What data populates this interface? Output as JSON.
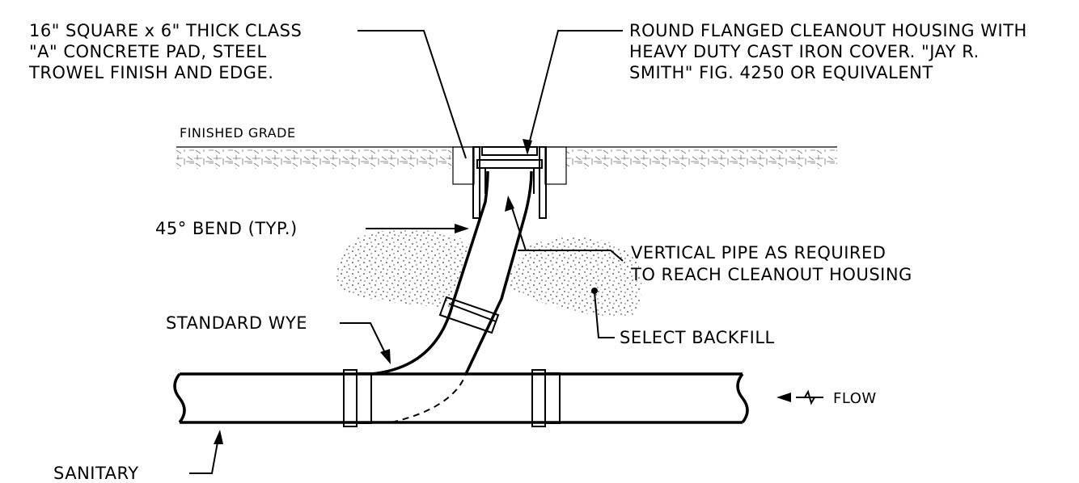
{
  "labels": {
    "pad_line1": "16\" SQUARE x 6\" THICK CLASS",
    "pad_line2": "\"A\" CONCRETE PAD, STEEL",
    "pad_line3": "TROWEL FINISH AND EDGE.",
    "housing_line1": "ROUND FLANGED CLEANOUT HOUSING WITH",
    "housing_line2": "HEAVY DUTY CAST IRON COVER.  \"JAY R.",
    "housing_line3": "SMITH\" FIG. 4250 OR EQUIVALENT",
    "finished_grade": "FINISHED GRADE",
    "bend": "45° BEND (TYP.)",
    "vertical_line1": "VERTICAL PIPE AS REQUIRED",
    "vertical_line2": "TO REACH CLEANOUT HOUSING",
    "wye": "STANDARD WYE",
    "backfill": "SELECT BACKFILL",
    "flow": "FLOW",
    "sanitary": "SANITARY"
  }
}
